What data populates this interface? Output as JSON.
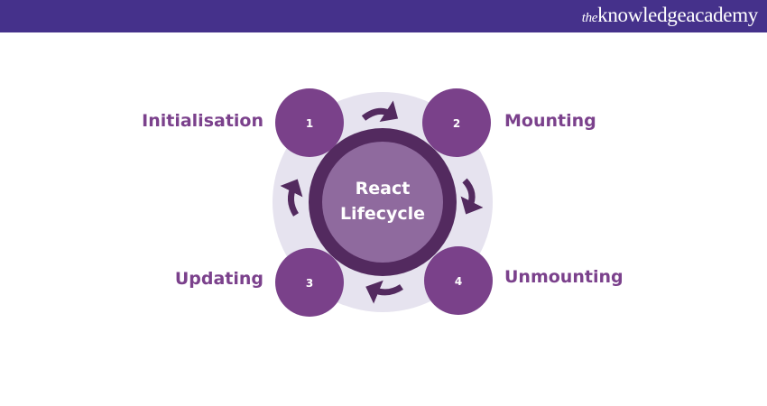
{
  "header": {
    "logo_prefix": "the",
    "logo_main": "knowledgeacademy"
  },
  "diagram": {
    "center_line1": "React",
    "center_line2": "Lifecycle",
    "stages": [
      {
        "number": "1",
        "label": "Initialisation"
      },
      {
        "number": "2",
        "label": "Mounting"
      },
      {
        "number": "3",
        "label": "Updating"
      },
      {
        "number": "4",
        "label": "Unmounting"
      }
    ]
  },
  "colors": {
    "header": "#45318b",
    "stage": "#7a418a",
    "ring": "#532a5f",
    "center": "#8f6a9e",
    "backdrop": "#e6e3ef",
    "label": "#7b418c"
  }
}
